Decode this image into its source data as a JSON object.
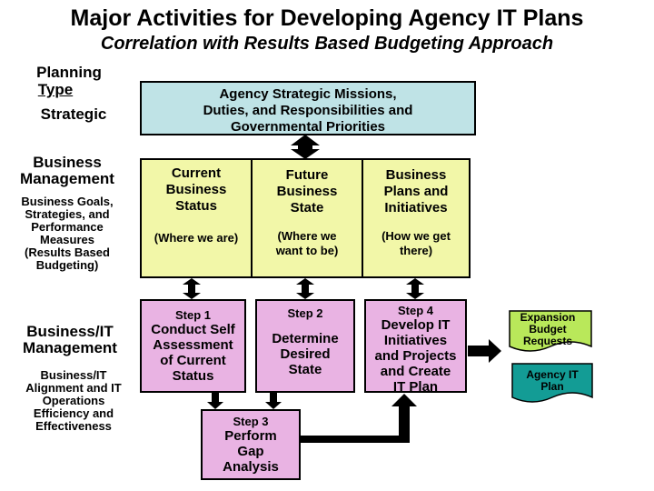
{
  "title": "Major Activities for Developing Agency IT Plans",
  "subtitle": "Correlation with Results Based Budgeting Approach",
  "planning": {
    "line1": "Planning",
    "line2": "Type",
    "strategic": "Strategic"
  },
  "business_mgmt": {
    "line1": "Business",
    "line2": "Management",
    "desc": [
      "Business Goals,",
      "Strategies, and",
      "Performance",
      "Measures",
      "(Results Based",
      "Budgeting)"
    ]
  },
  "business_it_mgmt": {
    "line1": "Business/IT",
    "line2": "Management",
    "desc": [
      "Business/IT",
      "Alignment and IT",
      "Operations",
      "Efficiency and",
      "Effectiveness"
    ]
  },
  "strategic_box": [
    "Agency Strategic Missions,",
    "Duties, and Responsibilities and",
    "Governmental Priorities"
  ],
  "status_boxes": [
    {
      "title": [
        "Current",
        "Business",
        "Status"
      ],
      "note": [
        "(Where we are)"
      ]
    },
    {
      "title": [
        "Future",
        "Business",
        "State"
      ],
      "note": [
        "(Where we",
        "want to be)"
      ]
    },
    {
      "title": [
        "Business",
        "Plans and",
        "Initiatives"
      ],
      "note": [
        "(How we get",
        "there)"
      ]
    }
  ],
  "steps": [
    {
      "step": "Step 1",
      "lines": [
        "Conduct Self",
        "Assessment",
        "of Current",
        "Status"
      ]
    },
    {
      "step": "Step 2",
      "lines": [
        "Determine",
        "Desired",
        "State"
      ]
    },
    {
      "step": "Step 4",
      "lines": [
        "Develop IT",
        "Initiatives",
        "and Projects",
        "and Create",
        "IT Plan"
      ]
    },
    {
      "step": "Step 3",
      "lines": [
        "Perform",
        "Gap",
        "Analysis"
      ]
    }
  ],
  "outputs": {
    "budget": [
      "Expansion",
      "Budget",
      "Requests"
    ],
    "it_plan": [
      "Agency IT",
      "Plan"
    ]
  },
  "colors": {
    "strategic_fill": "#bfe3e6",
    "status_fill": "#f2f7a8",
    "step_fill": "#e9b3e3",
    "budget_fill": "#b9e85a",
    "it_plan_fill": "#139c95"
  }
}
